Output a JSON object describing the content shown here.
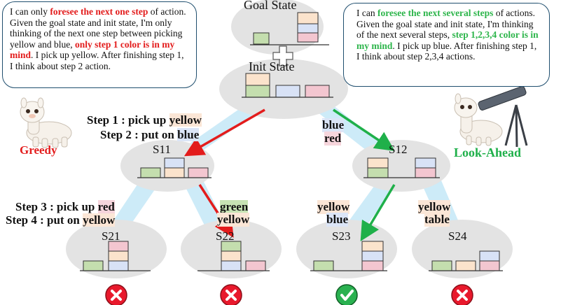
{
  "colors": {
    "block_green": "#c4deae",
    "block_yellow": "#fbe3cc",
    "block_blue": "#d8e2f6",
    "block_pink": "#f3c6d0",
    "node_fill": "#e3e3e3",
    "path_highlight": "#cdebf8",
    "greedy_red": "#e31c1c",
    "lookahead_green": "#1fb04a"
  },
  "greedy_bubble": {
    "p1": "I can only ",
    "r1": "foresee the next one step",
    "p2": " of action. Given the goal state and init state, I'm only thinking of the next one step between picking yellow and blue, ",
    "r2": "only step 1 color is in my mind",
    "p3": ". I pick up yellow. After finishing step 1, I think about step 2 action."
  },
  "lookahead_bubble": {
    "p1": "I can ",
    "g1": "foresee the next several steps",
    "p2": " of actions. Given the goal state and init state, I'm thinking of the next several steps,  ",
    "g2": "step 1,2,3,4 color is in my mind",
    "p3": ". I pick up blue. After finishing step 1, I think about step 2,3,4 actions."
  },
  "nodes": {
    "goal": "Goal State",
    "init": "Init State",
    "s11": "S11",
    "s12": "S12",
    "s21": "S21",
    "s22": "S22",
    "s23": "S23",
    "s24": "S24"
  },
  "plus_icon": "plus-icon",
  "greedy_label": "Greedy",
  "lookahead_label": "Look-Ahead",
  "step1": {
    "prefix": "Step 1 : pick up ",
    "word": "yellow"
  },
  "step2": {
    "prefix": "Step 2 : put on ",
    "word": "blue"
  },
  "step3": {
    "prefix": "Step 3 : pick up ",
    "word": "red"
  },
  "step4": {
    "prefix": "Step 4 : put on ",
    "word": "yellow"
  },
  "la_step12": {
    "a": "blue",
    "b": "red"
  },
  "s22_label": {
    "a": "green",
    "b": "yellow"
  },
  "s23_label": {
    "a": "yellow",
    "b": "blue"
  },
  "s24_label": {
    "a": "yellow",
    "b": "table"
  },
  "outcomes": {
    "s21": "fail",
    "s22": "fail",
    "s23": "success",
    "s24": "fail"
  }
}
